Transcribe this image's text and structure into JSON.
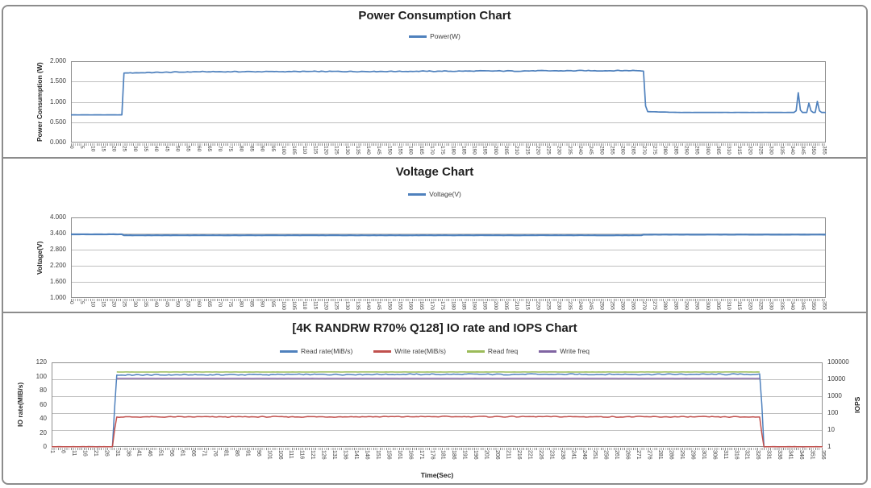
{
  "chart_data": [
    {
      "id": "power",
      "type": "line",
      "title": "Power Consumption Chart",
      "ylabel": "Power Consumption (W)",
      "xlabel": "",
      "legend": [
        {
          "label": "Power(W)",
          "color": "#4F81BD"
        }
      ],
      "ylim": [
        0,
        2
      ],
      "yticks": [
        "2.000",
        "1.500",
        "1.000",
        "0.500",
        "0.000"
      ],
      "xlim": [
        0,
        356
      ],
      "xticks": [
        0,
        5,
        10,
        15,
        20,
        25,
        30,
        35,
        40,
        45,
        50,
        55,
        60,
        65,
        70,
        75,
        80,
        85,
        90,
        95,
        100,
        105,
        110,
        115,
        120,
        125,
        130,
        135,
        140,
        145,
        150,
        155,
        160,
        165,
        170,
        175,
        180,
        185,
        190,
        195,
        200,
        205,
        210,
        215,
        220,
        225,
        230,
        235,
        240,
        245,
        250,
        255,
        260,
        265,
        270,
        275,
        280,
        285,
        290,
        295,
        300,
        305,
        310,
        315,
        320,
        325,
        330,
        335,
        340,
        345,
        350,
        355
      ],
      "grid": "left",
      "series": [
        {
          "name": "Power(W)",
          "color": "#4F81BD",
          "axis": "left",
          "noise": 0.012,
          "keypoints": [
            [
              0,
              0.68
            ],
            [
              24,
              0.68
            ],
            [
              25,
              1.71
            ],
            [
              60,
              1.74
            ],
            [
              150,
              1.75
            ],
            [
              267,
              1.77
            ],
            [
              270,
              1.76
            ],
            [
              271,
              0.9
            ],
            [
              272,
              0.76
            ],
            [
              286,
              0.74
            ],
            [
              341,
              0.74
            ],
            [
              342,
              0.78
            ],
            [
              343,
              1.22
            ],
            [
              344,
              0.8
            ],
            [
              345,
              0.74
            ],
            [
              347,
              0.74
            ],
            [
              348,
              0.97
            ],
            [
              349,
              0.78
            ],
            [
              350,
              0.74
            ],
            [
              351,
              0.74
            ],
            [
              352,
              1.01
            ],
            [
              353,
              0.78
            ],
            [
              354,
              0.74
            ],
            [
              356,
              0.74
            ]
          ]
        }
      ]
    },
    {
      "id": "voltage",
      "type": "line",
      "title": "Voltage Chart",
      "ylabel": "Voltage(V)",
      "xlabel": "",
      "legend": [
        {
          "label": "Voltage(V)",
          "color": "#4F81BD"
        }
      ],
      "ylim": [
        1,
        4
      ],
      "yticks": [
        "4.000",
        "3.400",
        "2.800",
        "2.200",
        "1.600",
        "1.000"
      ],
      "xlim": [
        0,
        356
      ],
      "xticks": [
        0,
        5,
        10,
        15,
        20,
        25,
        30,
        35,
        40,
        45,
        50,
        55,
        60,
        65,
        70,
        75,
        80,
        85,
        90,
        95,
        100,
        105,
        110,
        115,
        120,
        125,
        130,
        135,
        140,
        145,
        150,
        155,
        160,
        165,
        170,
        175,
        180,
        185,
        190,
        195,
        200,
        205,
        210,
        215,
        220,
        225,
        230,
        235,
        240,
        245,
        250,
        255,
        260,
        265,
        270,
        275,
        280,
        285,
        290,
        295,
        300,
        305,
        310,
        315,
        320,
        325,
        330,
        335,
        340,
        345,
        350,
        355
      ],
      "grid": "left",
      "series": [
        {
          "name": "Voltage(V)",
          "color": "#4F81BD",
          "axis": "left",
          "noise": 0.004,
          "keypoints": [
            [
              0,
              3.37
            ],
            [
              24,
              3.37
            ],
            [
              25,
              3.335
            ],
            [
              269,
              3.335
            ],
            [
              270,
              3.36
            ],
            [
              356,
              3.36
            ]
          ]
        }
      ]
    },
    {
      "id": "io-rate-iops",
      "type": "line",
      "title": "[4K RANDRW R70% Q128] IO rate and IOPS Chart",
      "ylabel": "IO rate(MIB/s)",
      "y2label": "IOPS",
      "xlabel": "Time(Sec)",
      "legend": [
        {
          "label": "Read rate(MiB/s)",
          "color": "#4F81BD"
        },
        {
          "label": "Write rate(MiB/s)",
          "color": "#C0504D"
        },
        {
          "label": "Read freq",
          "color": "#9BBB59"
        },
        {
          "label": "Write freq",
          "color": "#8064A2"
        }
      ],
      "ylim": [
        0,
        120
      ],
      "yticks": [
        "120",
        "100",
        "80",
        "60",
        "40",
        "20",
        "0"
      ],
      "y2lim": [
        1,
        100000
      ],
      "y2ticks": [
        "100000",
        "10000",
        "1000",
        "100",
        "10",
        "1"
      ],
      "xlim": [
        1,
        356
      ],
      "xticks": [
        1,
        6,
        11,
        16,
        21,
        26,
        31,
        36,
        41,
        46,
        51,
        56,
        61,
        66,
        71,
        76,
        81,
        86,
        91,
        96,
        101,
        106,
        111,
        116,
        121,
        126,
        131,
        136,
        141,
        146,
        151,
        156,
        161,
        166,
        171,
        176,
        181,
        186,
        191,
        196,
        201,
        206,
        211,
        216,
        221,
        226,
        231,
        236,
        241,
        246,
        251,
        256,
        261,
        266,
        271,
        276,
        281,
        286,
        291,
        296,
        301,
        306,
        311,
        316,
        321,
        326,
        331,
        336,
        341,
        346,
        351,
        356
      ],
      "grid": "right",
      "series": [
        {
          "name": "Read rate(MiB/s)",
          "color": "#4F81BD",
          "axis": "left",
          "noise": 1.0,
          "keypoints": [
            [
              1,
              0.3
            ],
            [
              29,
              0.3
            ],
            [
              30,
              55
            ],
            [
              31,
              102
            ],
            [
              150,
              103
            ],
            [
              327,
              103
            ],
            [
              328,
              60
            ],
            [
              329,
              0.3
            ],
            [
              356,
              0.3
            ]
          ]
        },
        {
          "name": "Write rate(MiB/s)",
          "color": "#C0504D",
          "axis": "left",
          "noise": 0.8,
          "keypoints": [
            [
              1,
              0.3
            ],
            [
              29,
              0.3
            ],
            [
              30,
              25
            ],
            [
              31,
              42.5
            ],
            [
              200,
              43
            ],
            [
              327,
              42.5
            ],
            [
              328,
              20
            ],
            [
              329,
              0.3
            ],
            [
              356,
              0.3
            ]
          ]
        },
        {
          "name": "Read freq",
          "color": "#9BBB59",
          "axis": "right",
          "noise": 0.006,
          "keypoints": [
            [
              31,
              27000
            ],
            [
              327,
              27000
            ]
          ]
        },
        {
          "name": "Write freq",
          "color": "#8064A2",
          "axis": "right",
          "noise": 0.004,
          "keypoints": [
            [
              31,
              11300
            ],
            [
              327,
              11300
            ]
          ]
        }
      ]
    }
  ]
}
